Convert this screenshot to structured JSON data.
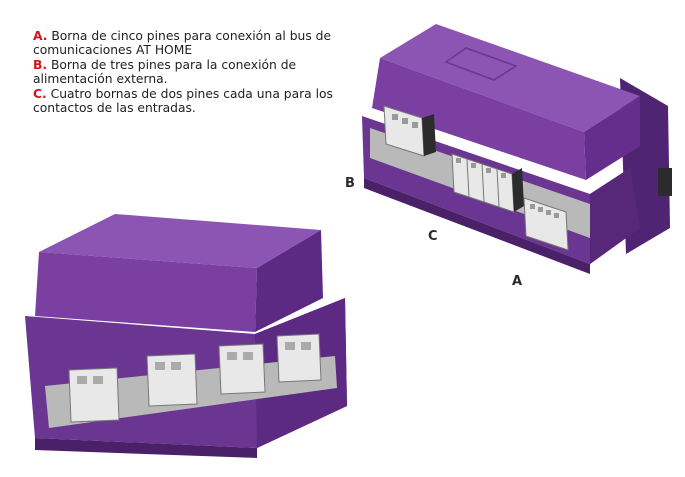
{
  "legend": [
    {
      "letter": "A.",
      "text": " Borna de cinco pines para conexión al bus de comunicaciones AT HOME"
    },
    {
      "letter": "B.",
      "text": " Borna de tres pines para la conexión de alimentación externa."
    },
    {
      "letter": "C.",
      "text": " Cuatro bornas de dos pines cada una para los contactos de las entradas."
    }
  ],
  "callouts": {
    "a": "A",
    "b": "B",
    "c": "C"
  },
  "colors": {
    "housing": "#7a3fa0",
    "housing_dark": "#5c2a82",
    "housing_light": "#8c55b4",
    "terminal": "#e8e8e8",
    "base": "#b9b9b9",
    "accent": "#d0151c"
  }
}
